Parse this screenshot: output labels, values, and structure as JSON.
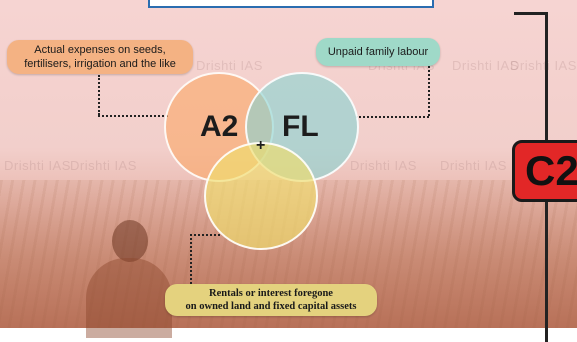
{
  "watermark_text": "Drishti IAS",
  "labels": {
    "a2": "A2",
    "fl": "FL",
    "plus": "+",
    "c2": "C2"
  },
  "pills": {
    "a2_line1": "Actual expenses on seeds,",
    "a2_line2": "fertilisers, irrigation and the like",
    "fl": "Unpaid family labour",
    "rent_line1": "Rentals or interest foregone",
    "rent_line2": "on owned land and fixed capital assets"
  },
  "colors": {
    "a2_circle": "#f8a35f",
    "fl_circle": "#87d4d2",
    "rent_circle": "#f0de6e",
    "c2_badge": "#e22727"
  }
}
